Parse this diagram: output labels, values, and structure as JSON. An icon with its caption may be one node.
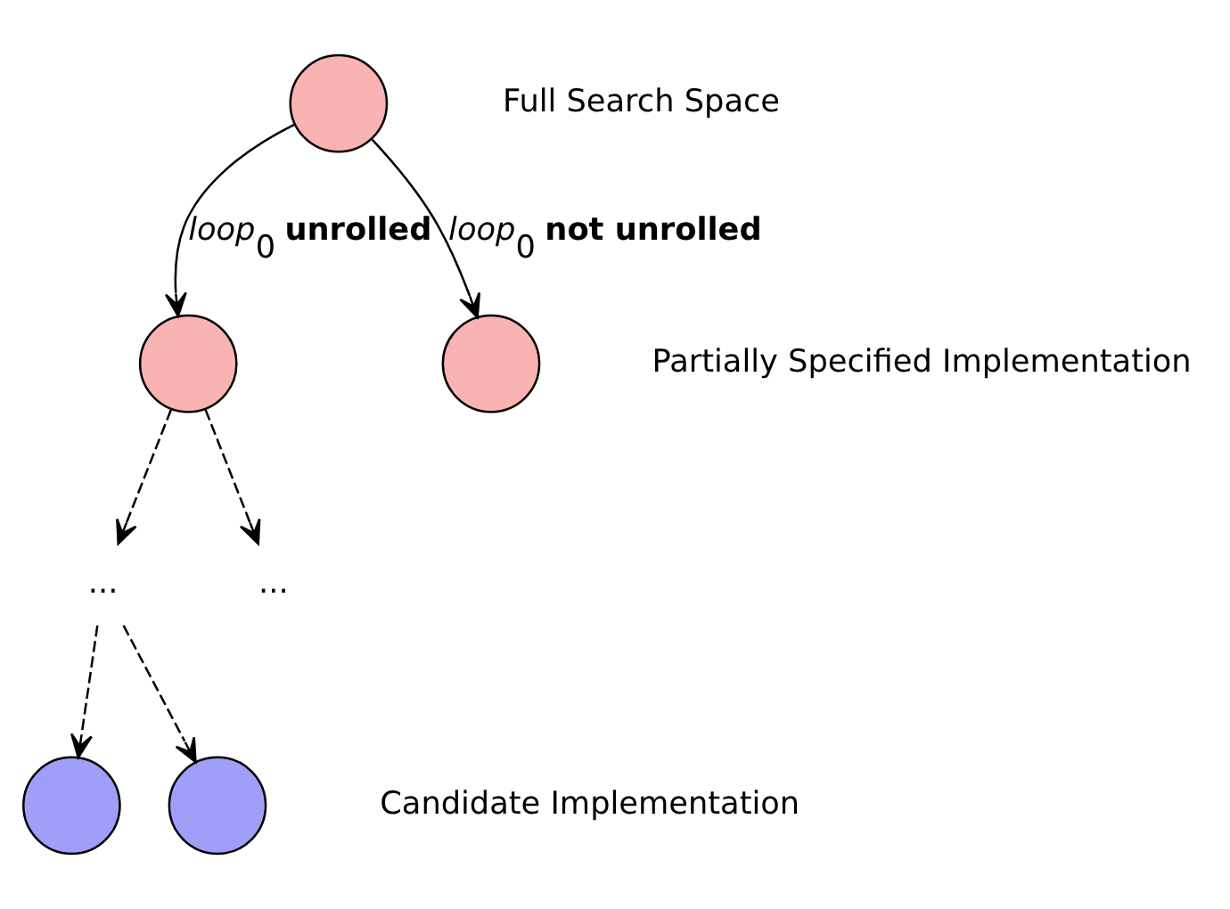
{
  "diagram": {
    "nodes": [
      {
        "text": [],
        "shape": "circle",
        "beside": [
          "Full Search Space"
        ]
      },
      {
        "text": [],
        "shape": "circle"
      },
      {
        "text": [],
        "shape": "circle",
        "beside": [
          "Partially Specified Implementation"
        ]
      },
      {
        "text": [
          "..."
        ]
      },
      {
        "text": [
          "..."
        ]
      },
      {
        "text": [],
        "shape": "circle"
      },
      {
        "text": [],
        "shape": "circle",
        "beside": [
          "Candidate Implementation"
        ]
      }
    ],
    "edges": [
      {
        "from": 0,
        "to": 1,
        "arrow": "to",
        "label": "*loop*$_{0}$ **unrolled**"
      },
      {
        "from": 0,
        "to": 2,
        "arrow": "to",
        "label": "*loop*$_{0}$ **not unrolled**"
      },
      {
        "from": 1,
        "to": 3,
        "arrow": "to",
        "style": "dashed"
      },
      {
        "from": 1,
        "to": 4,
        "arrow": "to",
        "style": "dashed"
      },
      {
        "from": 3,
        "to": 5,
        "arrow": "to",
        "style": "dashed"
      },
      {
        "from": 3,
        "to": 6,
        "arrow": "to",
        "style": "dashed"
      }
    ]
  }
}
